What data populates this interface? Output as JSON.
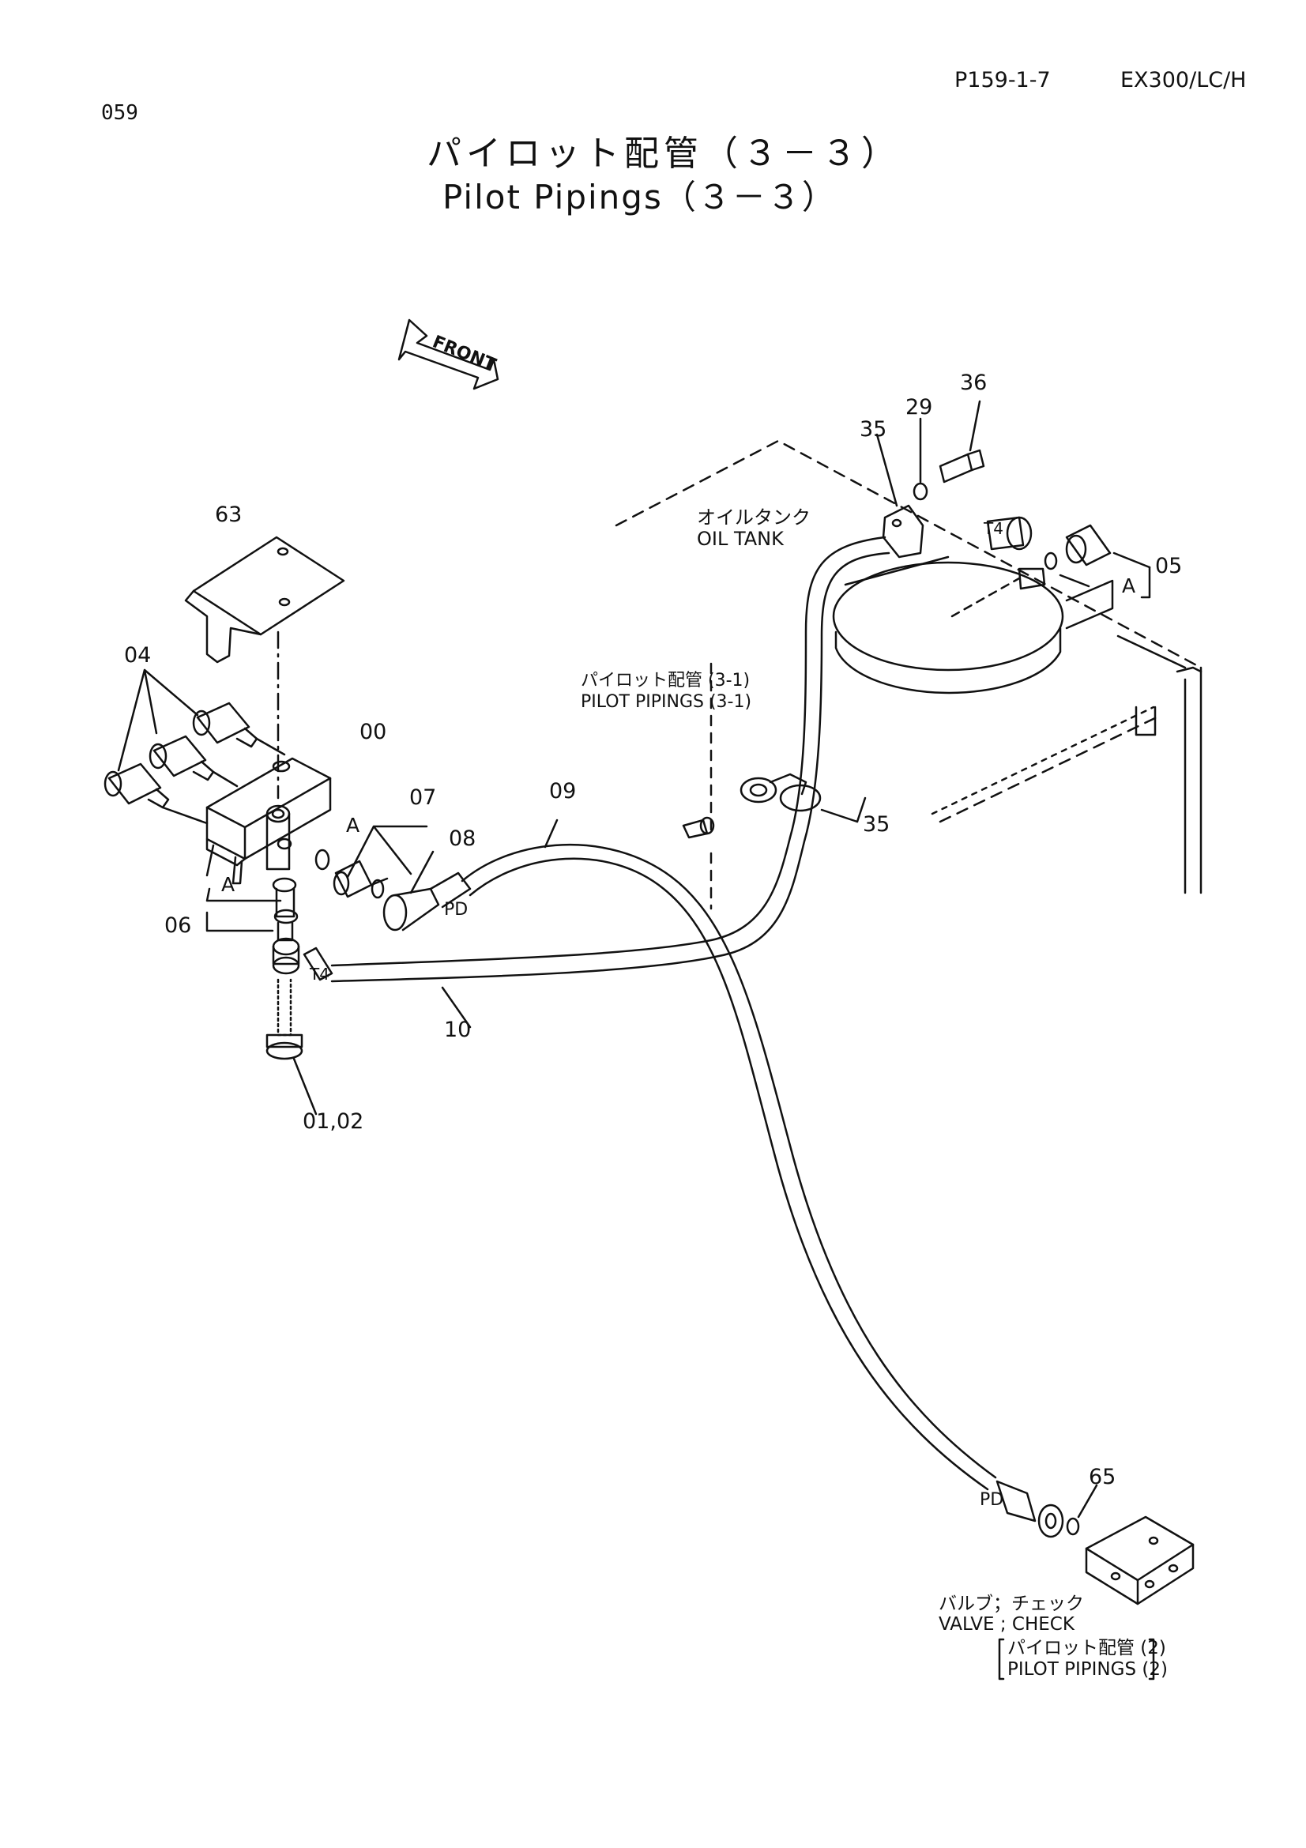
{
  "header": {
    "page_number": "059",
    "page_code": "P159-1-7",
    "model": "EX300/LC/H",
    "title_jp": "パイロット配管（３－３）",
    "title_en": "Pilot Pipings（３－３）"
  },
  "diagram": {
    "front_arrow": "FRONT",
    "oil_tank": {
      "jp": "オイルタンク",
      "en": "OIL TANK"
    },
    "ref_pilot_31": {
      "jp": "パイロット配管 (3-1)",
      "en": "PILOT PIPINGS (3-1)"
    },
    "check_valve": {
      "jp": "バルブ；チェック",
      "en": "VALVE ; CHECK"
    },
    "ref_pilot_2": {
      "jp": "パイロット配管 (2)",
      "en": "PILOT PIPINGS (2)"
    },
    "callouts": {
      "p63": "63",
      "p04": "04",
      "p00": "00",
      "p07": "07",
      "p08": "08",
      "p09": "09",
      "p06": "06",
      "p10": "10",
      "p0102": "01,02",
      "p35a": "35",
      "p35b": "35",
      "p29": "29",
      "p36": "36",
      "p05": "05",
      "p65": "65"
    },
    "marks": {
      "a1": "A",
      "a2": "A",
      "a3": "A",
      "pd1": "PD",
      "pd2": "PD",
      "t4a": "T4",
      "t4b": "T4"
    }
  }
}
